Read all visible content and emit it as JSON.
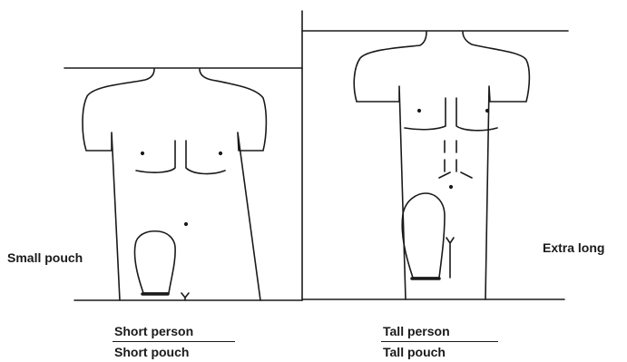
{
  "left_figure": {
    "side_label": "Small pouch",
    "caption_top": "Short person",
    "caption_bottom": "Short pouch"
  },
  "right_figure": {
    "side_label": "Extra long",
    "caption_top": "Tall person",
    "caption_bottom": "Tall pouch"
  },
  "colors": {
    "ink": "#1a1a1a",
    "background": "#ffffff"
  }
}
